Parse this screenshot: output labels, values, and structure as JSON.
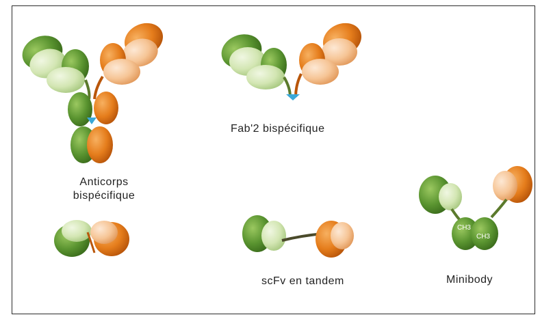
{
  "labels": {
    "anticorps_line1": "Anticorps",
    "anticorps_line2": "bispécifique",
    "fab2": "Fab'2 bispécifique",
    "scfv_tandem": "scFv en tandem",
    "minibody": "Minibody",
    "ch3_left": "CH3",
    "ch3_right": "CH3"
  },
  "colors": {
    "green_dark": "#4f8a2a",
    "green_mid": "#79b042",
    "green_light": "#cfe3ab",
    "orange_dark": "#d86a10",
    "orange_mid": "#ef9a43",
    "orange_light": "#f6c89a",
    "linker": "#5b7a2c",
    "disulfide": "#3aa8d8"
  }
}
